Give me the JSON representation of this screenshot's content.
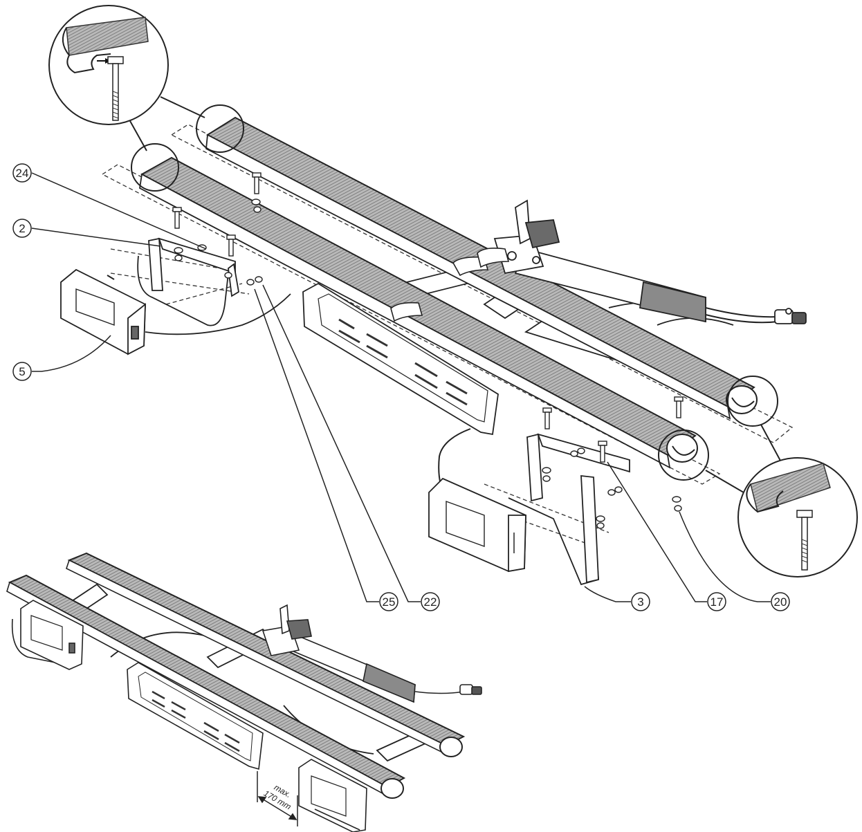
{
  "callouts": {
    "c24": "24",
    "c2": "2",
    "c5": "5",
    "c25": "25",
    "c22": "22",
    "c3": "3",
    "c17": "17",
    "c20": "20"
  },
  "dimension": {
    "line1": "max.",
    "line2": "170 mm"
  }
}
